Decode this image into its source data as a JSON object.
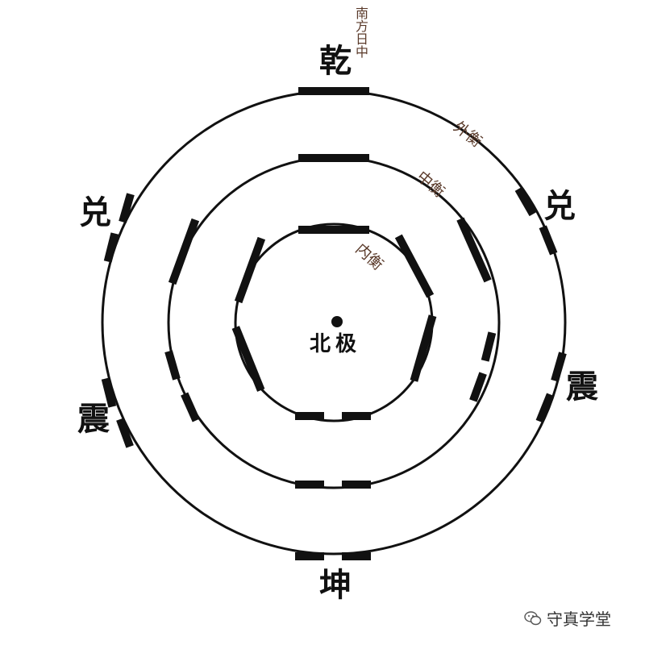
{
  "top_note": "南方日中",
  "ring_labels": {
    "outer": "外衡",
    "middle": "中衡",
    "inner": "内衡"
  },
  "center_label": "北极",
  "trigrams": {
    "top": "乾",
    "upper_left": "兑",
    "upper_right": "兑",
    "lower_left": "震",
    "lower_right": "震",
    "bottom": "坤"
  },
  "watermark": {
    "text": "守真学堂",
    "icon": "wechat-icon"
  },
  "colors": {
    "ink": "#111111",
    "annotation": "#5a3a2a"
  }
}
